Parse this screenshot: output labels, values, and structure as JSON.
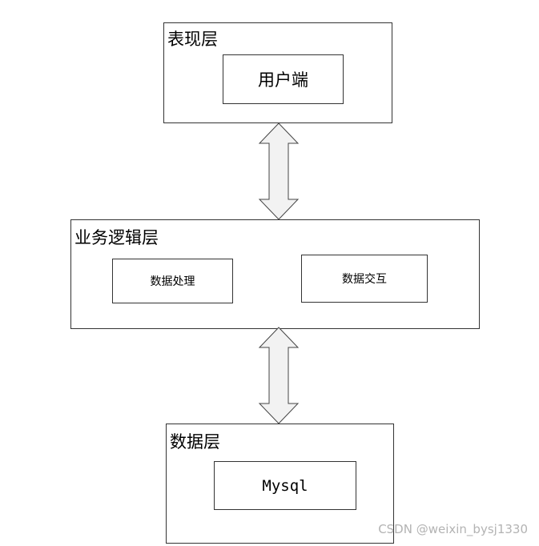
{
  "layers": {
    "presentation": {
      "title": "表现层",
      "nodes": [
        "用户端"
      ]
    },
    "business": {
      "title": "业务逻辑层",
      "nodes": [
        "数据处理",
        "数据交互"
      ]
    },
    "data": {
      "title": "数据层",
      "nodes": [
        "Mysql"
      ]
    }
  },
  "arrow_icon": "double-headed-vertical-arrow",
  "watermark": "CSDN @weixin_bysj1330"
}
